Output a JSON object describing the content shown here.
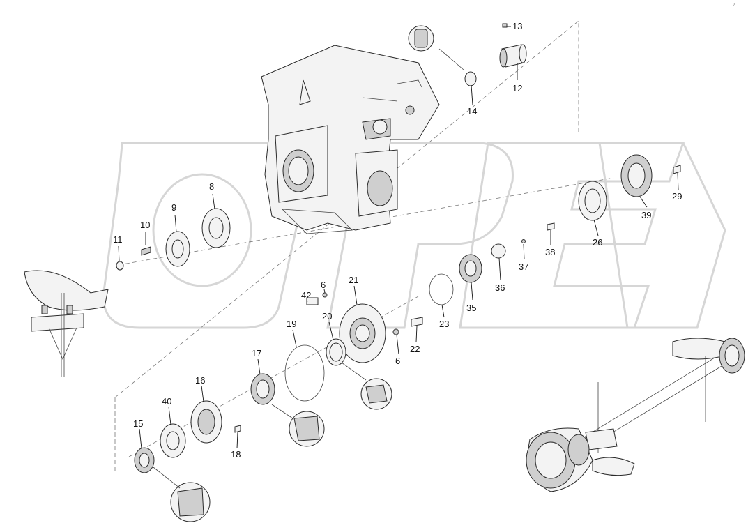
{
  "watermark": "OPEX",
  "corner_mark": "↗ ...",
  "callouts": [
    {
      "id": "c13",
      "label": "13"
    },
    {
      "id": "c12",
      "label": "12"
    },
    {
      "id": "c14",
      "label": "14"
    },
    {
      "id": "c8",
      "label": "8"
    },
    {
      "id": "c9",
      "label": "9"
    },
    {
      "id": "c10",
      "label": "10"
    },
    {
      "id": "c11",
      "label": "11"
    },
    {
      "id": "c29",
      "label": "29"
    },
    {
      "id": "c39",
      "label": "39"
    },
    {
      "id": "c26",
      "label": "26"
    },
    {
      "id": "c38",
      "label": "38"
    },
    {
      "id": "c37",
      "label": "37"
    },
    {
      "id": "c36",
      "label": "36"
    },
    {
      "id": "c35",
      "label": "35"
    },
    {
      "id": "c23",
      "label": "23"
    },
    {
      "id": "c21",
      "label": "21"
    },
    {
      "id": "c6a",
      "label": "6"
    },
    {
      "id": "c42",
      "label": "42"
    },
    {
      "id": "c19",
      "label": "19"
    },
    {
      "id": "c20",
      "label": "20"
    },
    {
      "id": "c22",
      "label": "22"
    },
    {
      "id": "c6b",
      "label": "6"
    },
    {
      "id": "c17",
      "label": "17"
    },
    {
      "id": "c16",
      "label": "16"
    },
    {
      "id": "c40",
      "label": "40"
    },
    {
      "id": "c15",
      "label": "15"
    },
    {
      "id": "c18",
      "label": "18"
    }
  ]
}
